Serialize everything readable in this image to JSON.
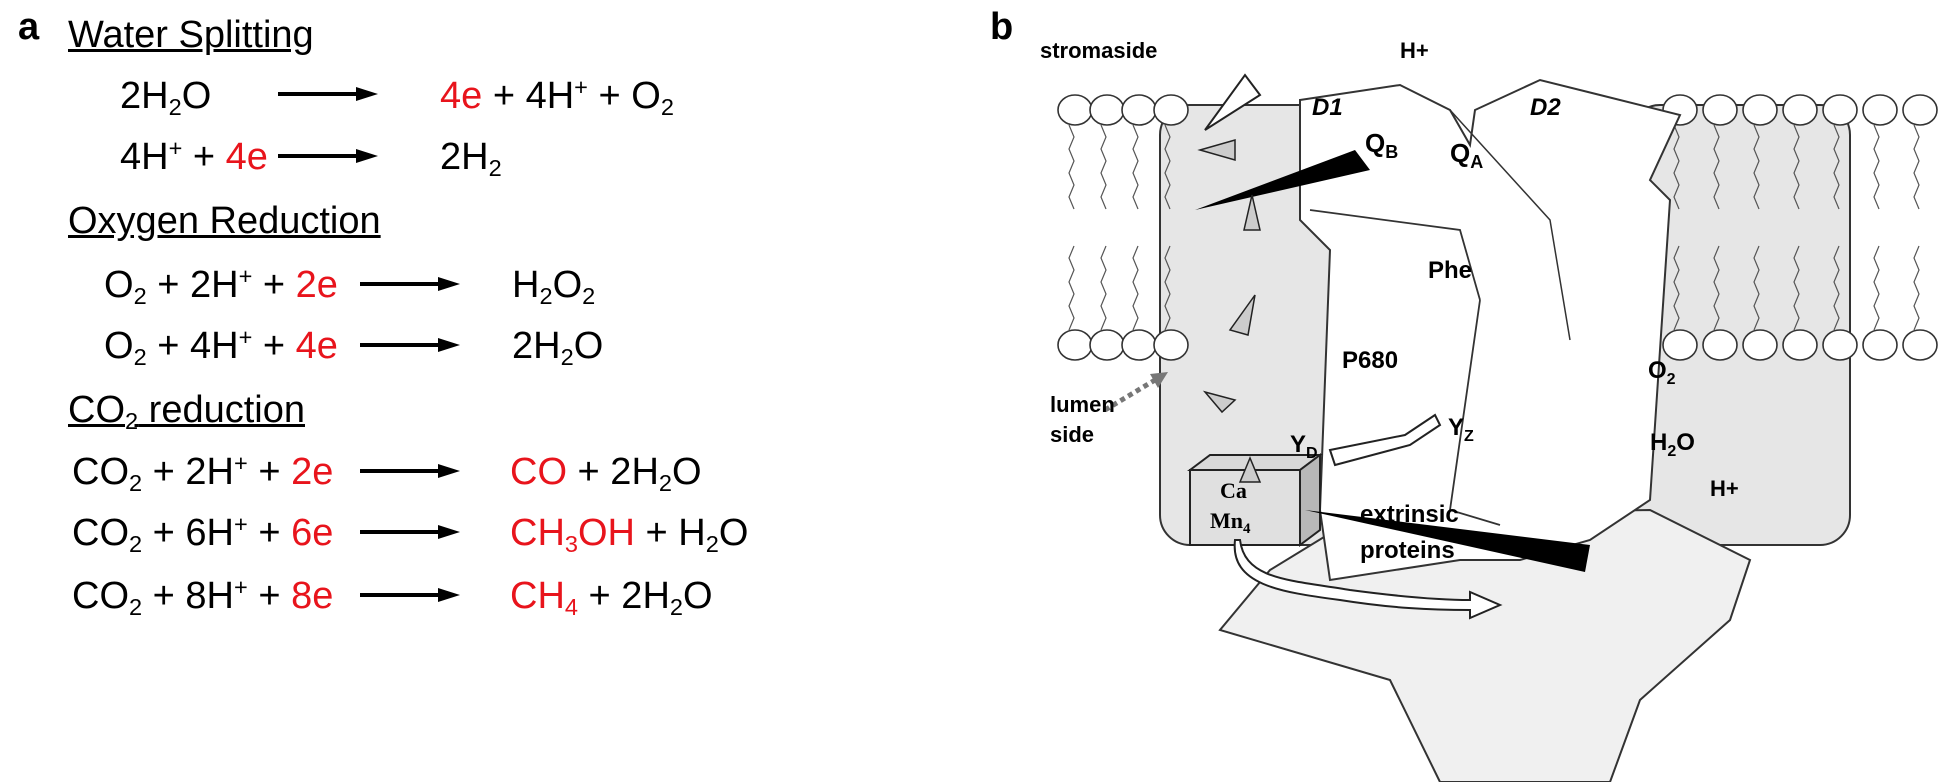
{
  "panel_a": {
    "letter": "a",
    "water_splitting": {
      "heading": "Water Splitting",
      "eq1": {
        "lhs": [
          "2H",
          "2",
          "O"
        ],
        "rhs": [
          "4e",
          " + 4H",
          "+",
          " + O",
          "2"
        ]
      },
      "eq2": {
        "lhs": [
          "4H",
          "+",
          " + ",
          "4e"
        ],
        "rhs": [
          "2H",
          "2"
        ]
      }
    },
    "oxygen_reduction": {
      "heading": "Oxygen Reduction",
      "eq1": {
        "lhs": [
          "O",
          "2",
          " + 2H",
          "+",
          " + ",
          "2e"
        ],
        "rhs": [
          "H",
          "2",
          "O",
          "2"
        ]
      },
      "eq2": {
        "lhs": [
          "O",
          "2",
          " + 4H",
          "+",
          " + ",
          "4e"
        ],
        "rhs": [
          "2H",
          "2",
          "O"
        ]
      }
    },
    "co2_reduction": {
      "heading_parts": [
        "CO",
        "2",
        " reduction"
      ],
      "eq1": {
        "lhs": [
          "CO",
          "2",
          " + 2H",
          "+",
          " + ",
          "2e"
        ],
        "rhs": [
          "CO",
          " + 2H",
          "2",
          "O"
        ]
      },
      "eq2": {
        "lhs": [
          "CO",
          "2",
          " + 6H",
          "+",
          " + ",
          "6e"
        ],
        "rhs": [
          "CH",
          "3",
          "OH",
          " + H",
          "2",
          "O"
        ]
      },
      "eq3": {
        "lhs": [
          "CO",
          "2",
          " + 8H",
          "+",
          " + ",
          "8e"
        ],
        "rhs": [
          "CH",
          "4",
          " + 2H",
          "2",
          "O"
        ]
      }
    }
  },
  "panel_b": {
    "letter": "b",
    "labels": {
      "stromaside": "stromaside",
      "h_plus_top": "H+",
      "d1": "D1",
      "d2": "D2",
      "qb": [
        "Q",
        "B"
      ],
      "qa": [
        "Q",
        "A"
      ],
      "phe": "Phe",
      "p680": "P680",
      "yd": [
        "Y",
        "D"
      ],
      "yz": [
        "Y",
        "Z"
      ],
      "o2": [
        "O",
        "2"
      ],
      "lumen": "lumen",
      "side": "side",
      "ca": "Ca",
      "mn4": [
        "Mn",
        "4"
      ],
      "h2o": [
        "H",
        "2",
        "O"
      ],
      "h_plus_bottom": "H+",
      "extrinsic": "extrinsic",
      "proteins": "proteins"
    }
  },
  "colors": {
    "red": "#e8141c",
    "membrane_gray": "#e6e6e6",
    "protein_fill": "#ffffff",
    "extrinsic_fill": "#f0f0f0"
  }
}
